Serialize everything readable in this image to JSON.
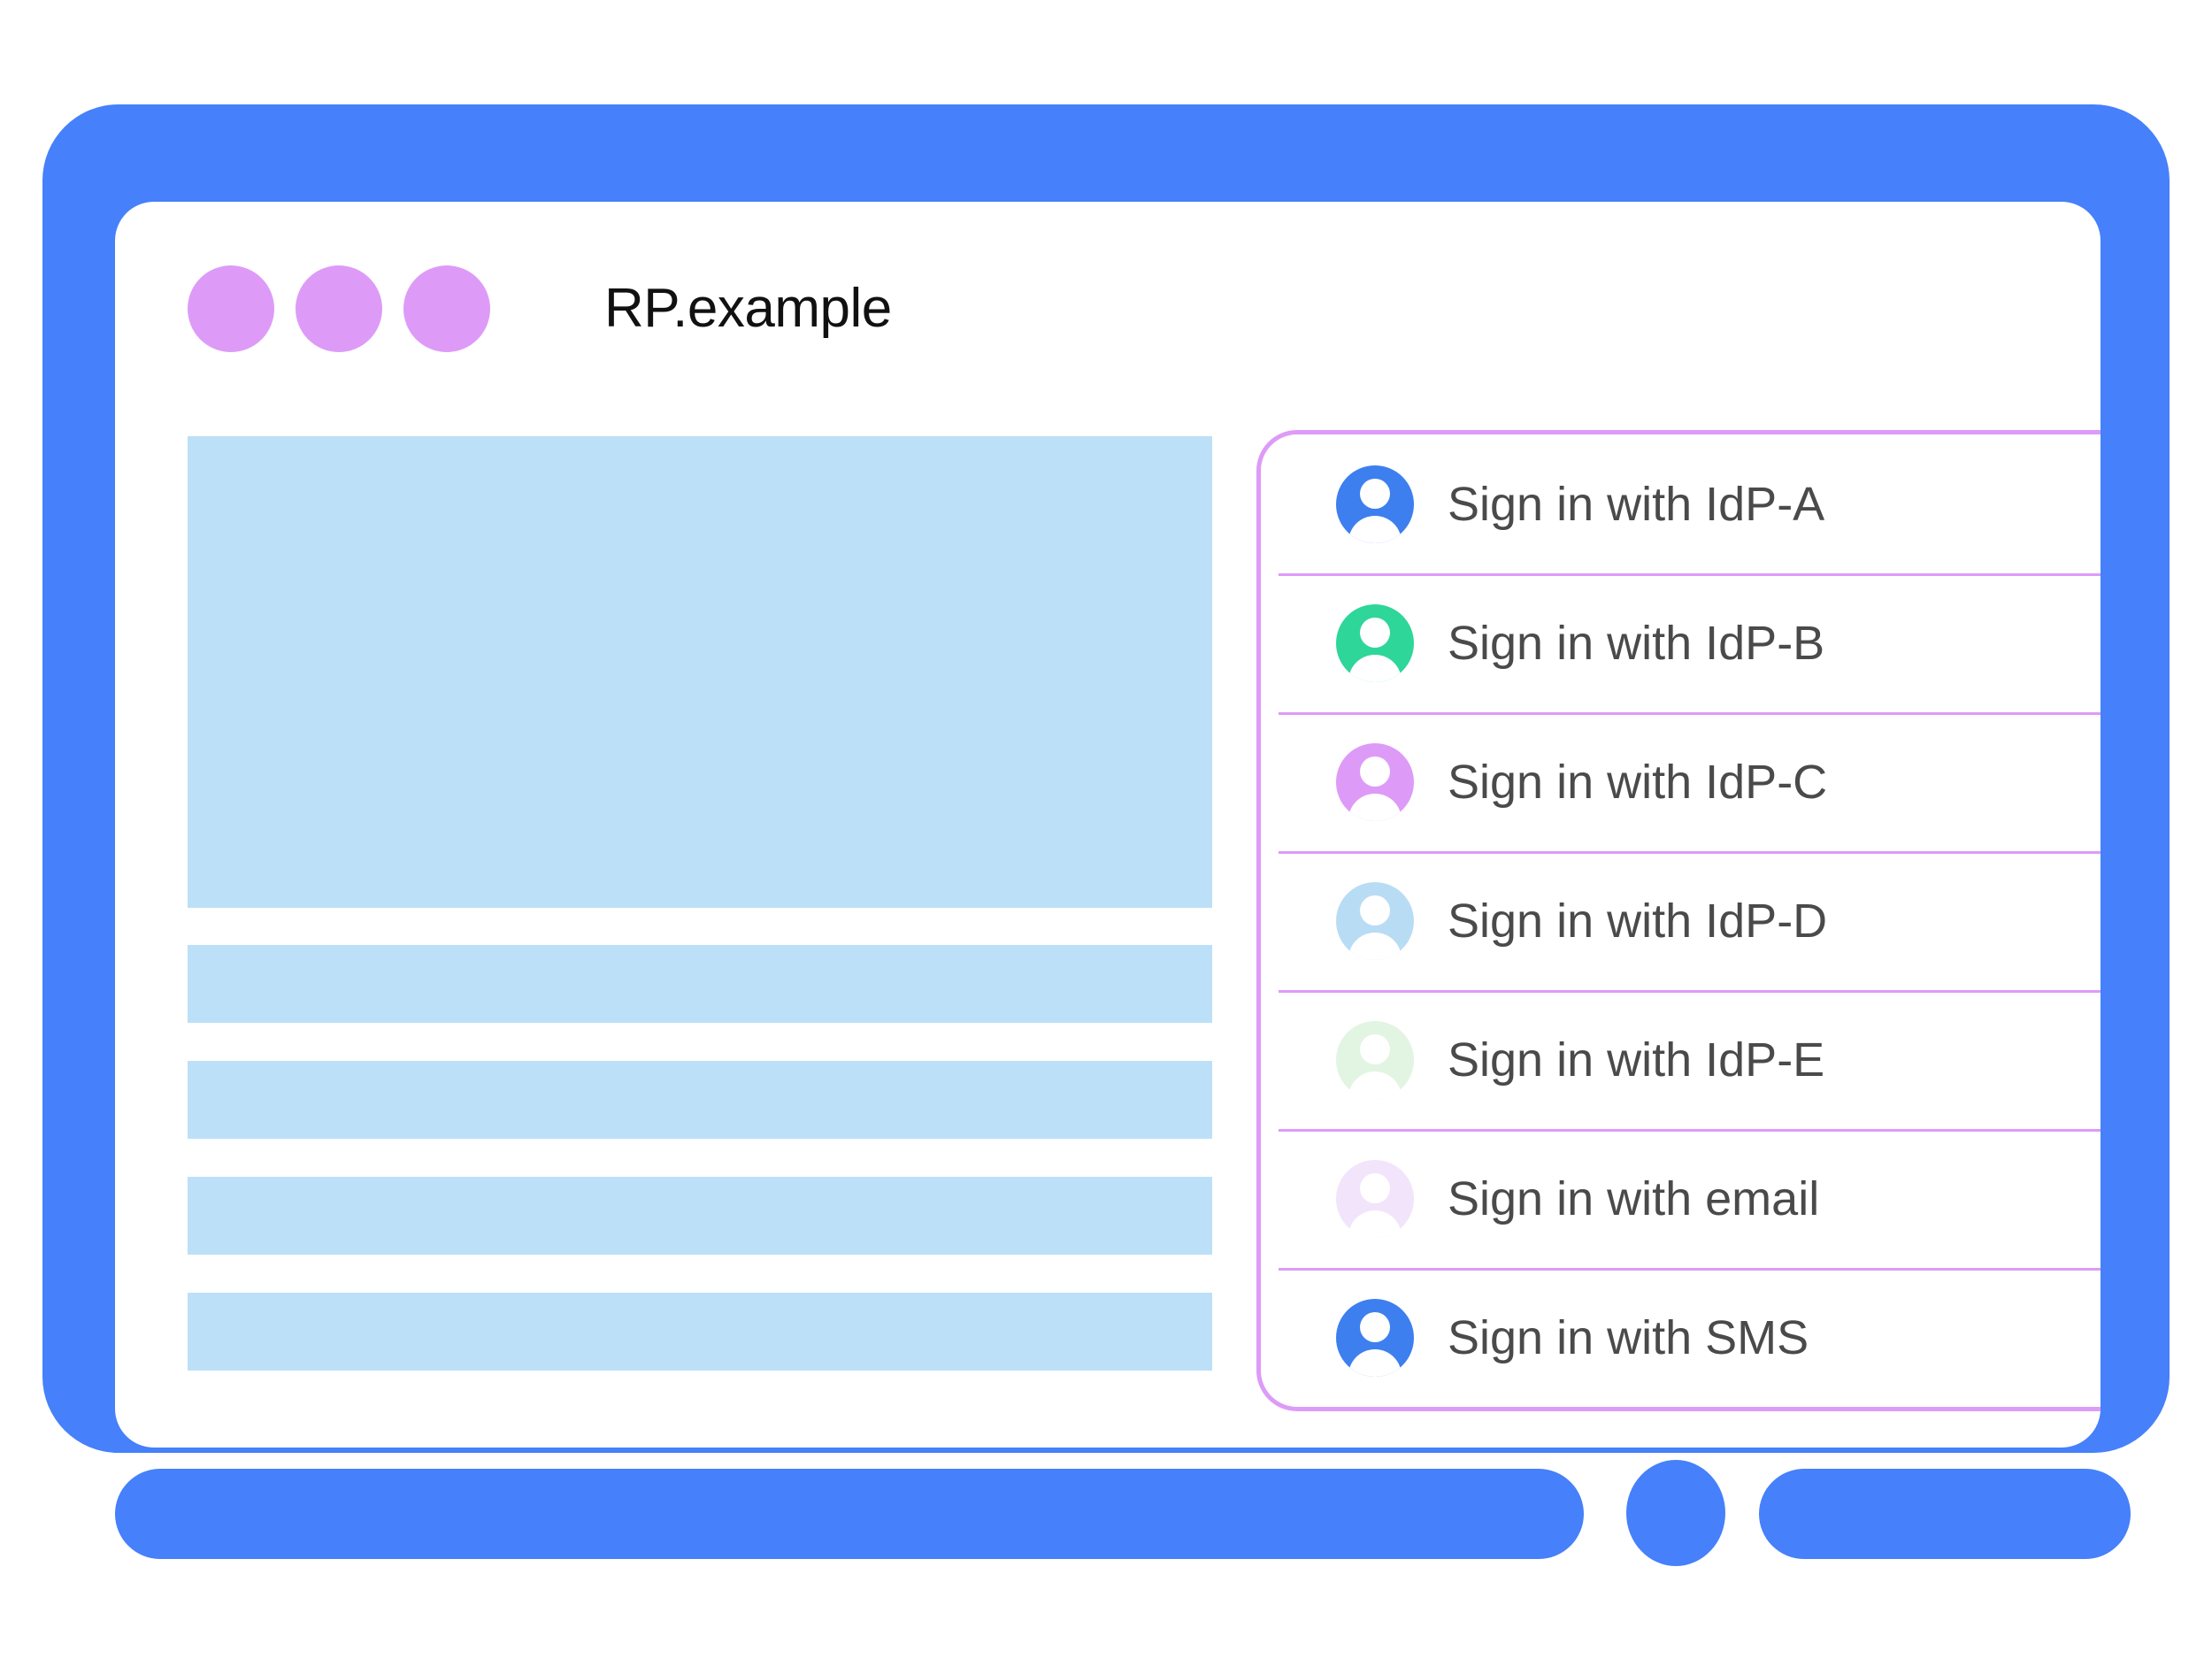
{
  "browser": {
    "title": "RP.example",
    "window_dots": [
      "window-dot-1",
      "window-dot-2",
      "window-dot-3"
    ]
  },
  "page_content": {
    "placeholders": [
      {
        "name": "hero-placeholder",
        "kind": "hero"
      },
      {
        "name": "text-bar-placeholder-1",
        "kind": "bar"
      },
      {
        "name": "text-bar-placeholder-2",
        "kind": "bar"
      },
      {
        "name": "text-bar-placeholder-3",
        "kind": "bar"
      },
      {
        "name": "text-bar-placeholder-4",
        "kind": "bar"
      }
    ]
  },
  "signin_panel": {
    "items": [
      {
        "label": "Sign in with IdP-A",
        "avatar_color": "#3D7FEF",
        "icon": "person-avatar-icon"
      },
      {
        "label": "Sign in with IdP-B",
        "avatar_color": "#2ED699",
        "icon": "person-avatar-icon"
      },
      {
        "label": "Sign in with IdP-C",
        "avatar_color": "#DD9BF7",
        "icon": "person-avatar-icon"
      },
      {
        "label": "Sign in with IdP-D",
        "avatar_color": "#B9DCF5",
        "icon": "person-avatar-icon"
      },
      {
        "label": "Sign in with IdP-E",
        "avatar_color": "#E2F4E2",
        "icon": "person-avatar-icon"
      },
      {
        "label": "Sign in with email",
        "avatar_color": "#F2E4FA",
        "icon": "person-avatar-icon"
      },
      {
        "label": "Sign in with SMS",
        "avatar_color": "#3D7FEF",
        "icon": "person-avatar-icon"
      }
    ]
  },
  "colors": {
    "frame_blue": "#4680FA",
    "placeholder_blue": "#BCE0F7",
    "accent_purple": "#DD9BF7",
    "label_gray": "#4A4A4A"
  }
}
